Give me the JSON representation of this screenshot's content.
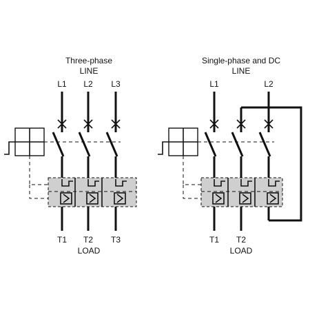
{
  "left": {
    "title_line1": "Three-phase",
    "title_line2": "LINE",
    "line_labels": [
      "L1",
      "L2",
      "L3"
    ],
    "load_labels": [
      "T1",
      "T2",
      "T3"
    ],
    "load_title": "LOAD"
  },
  "right": {
    "title_line1": "Single-phase and DC",
    "title_line2": "LINE",
    "line_labels": [
      "L1",
      "L2"
    ],
    "load_labels": [
      "T1",
      "T2"
    ],
    "load_title": "LOAD"
  },
  "colors": {
    "ink": "#111111",
    "relay_fill": "#cfcfcf",
    "background": "#ffffff"
  }
}
